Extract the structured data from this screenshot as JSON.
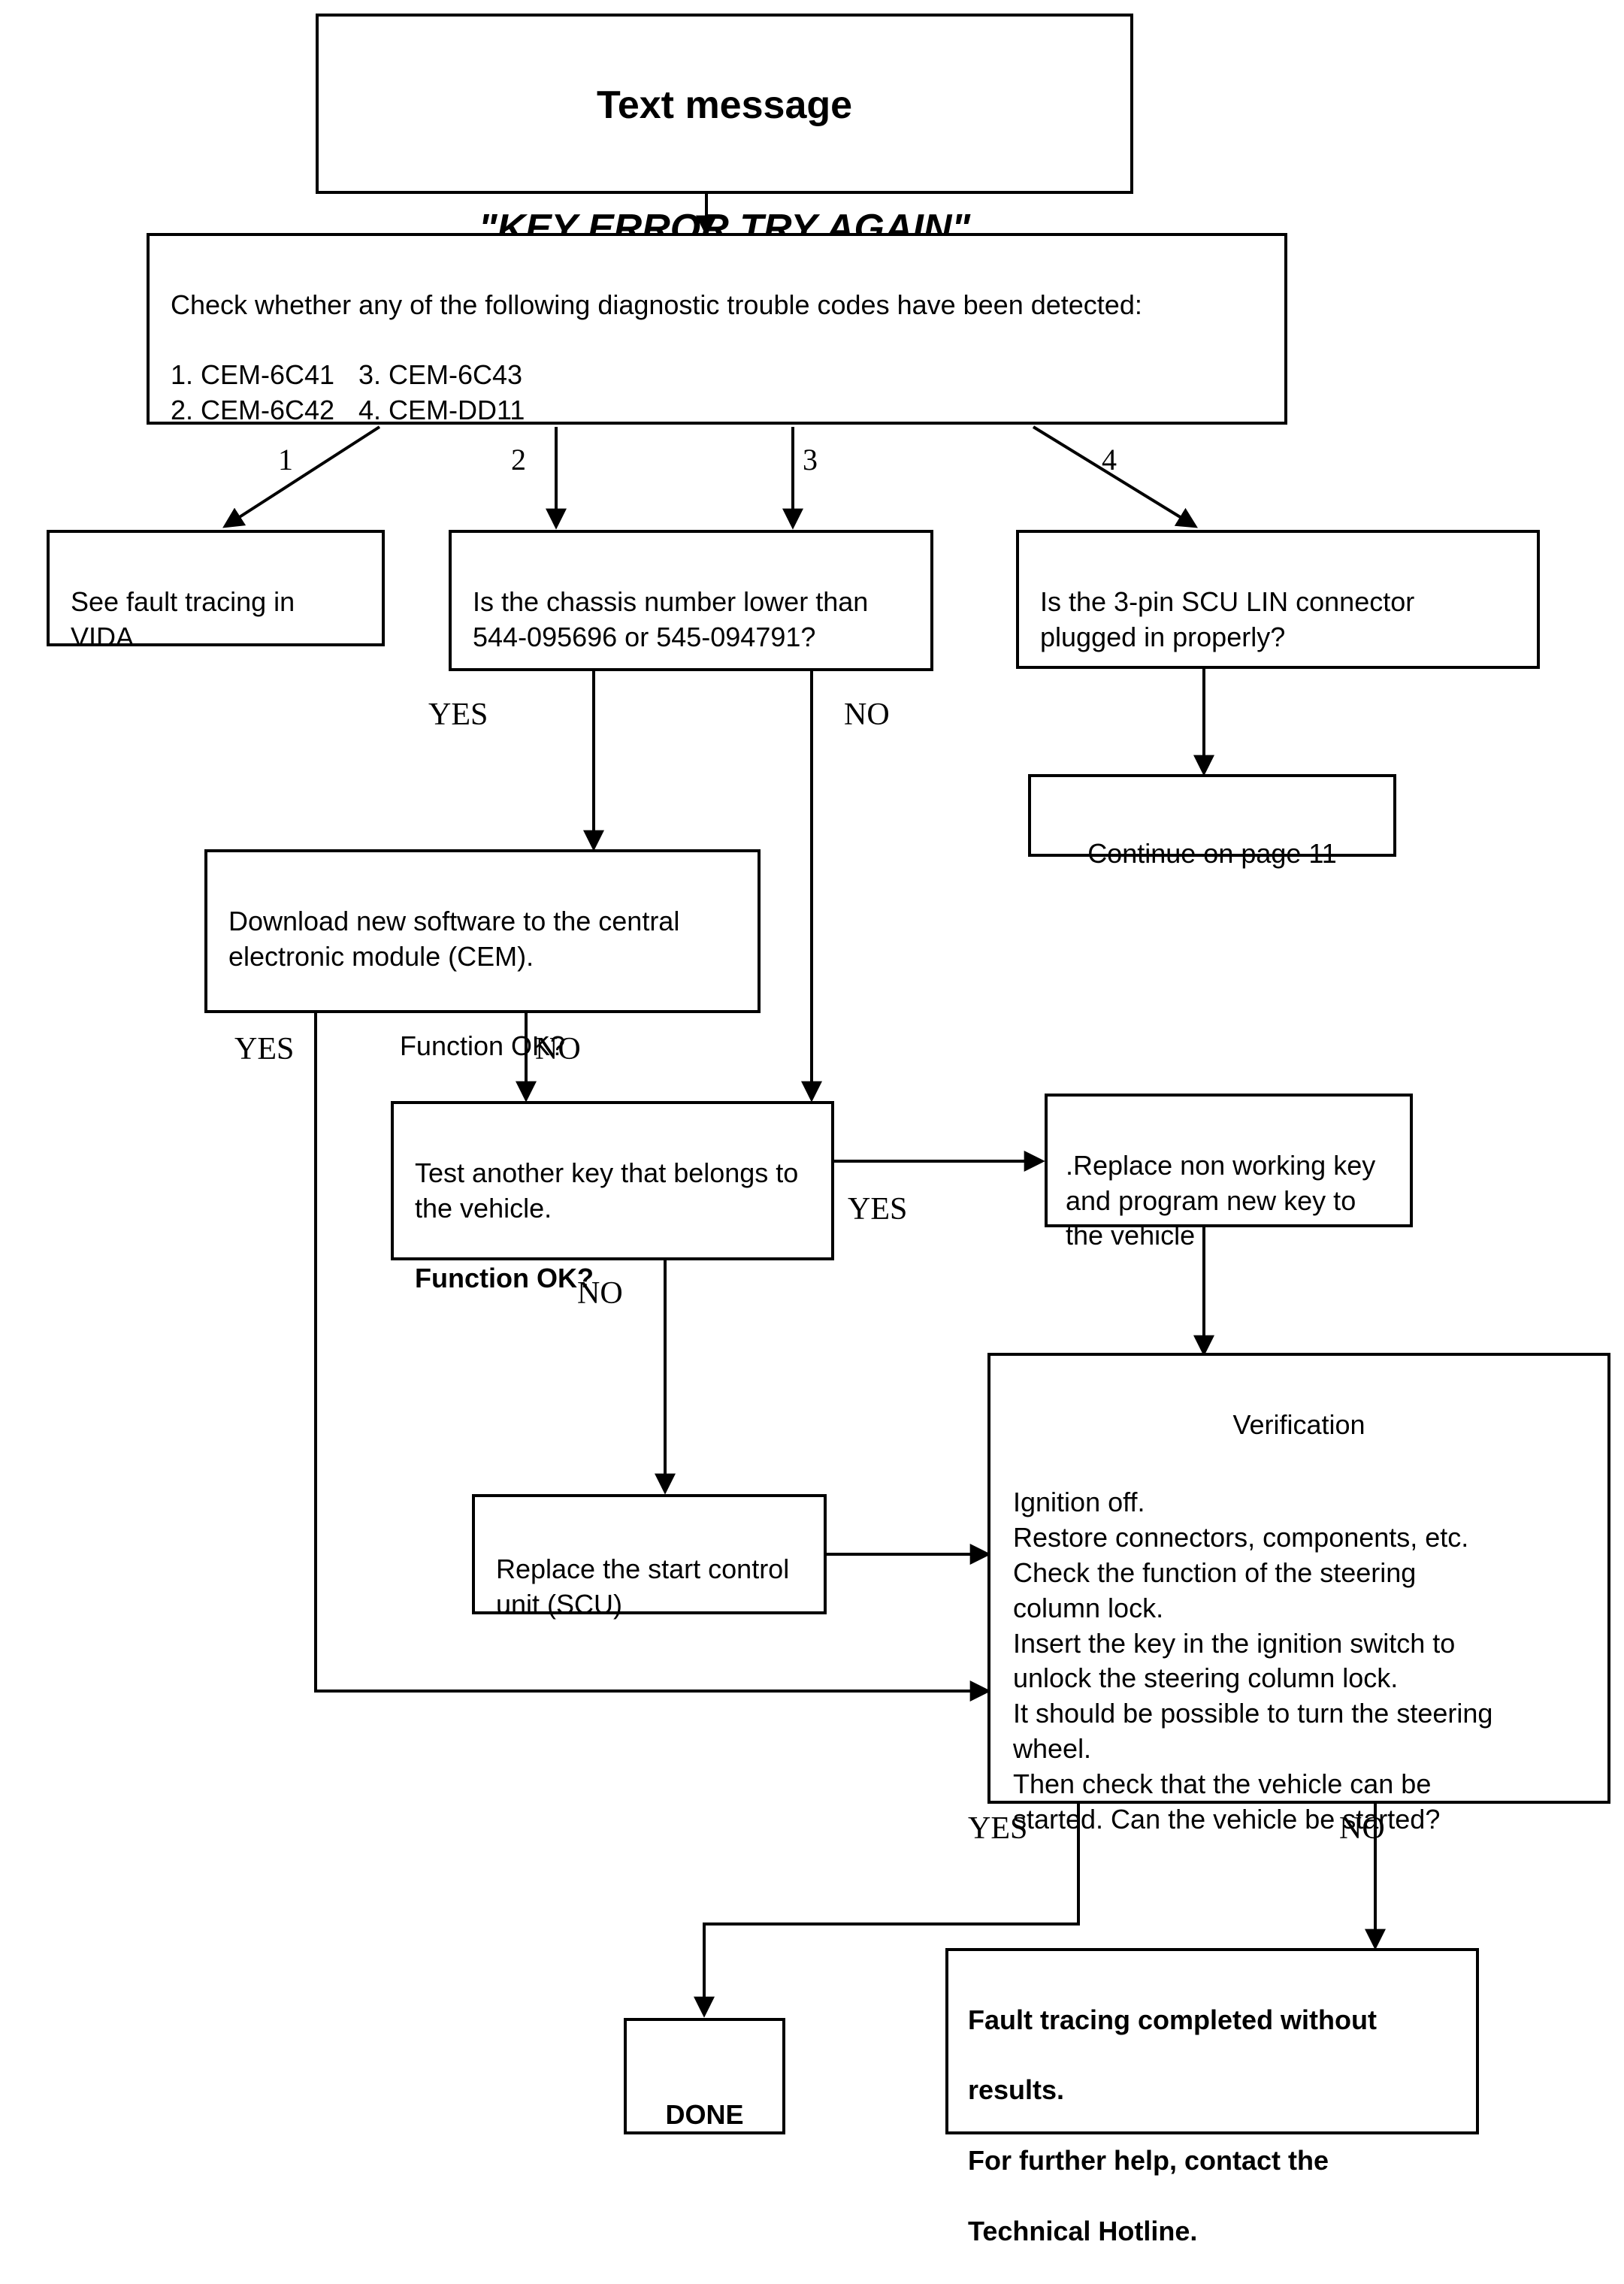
{
  "diagram": {
    "type": "flowchart",
    "title": "Text message \"KEY ERROR TRY AGAIN\" fault tracing flowchart"
  },
  "nodes": {
    "text_message": {
      "title": "Text message",
      "subtitle": "\"KEY ERROR TRY AGAIN\""
    },
    "check_dtc": {
      "intro": "Check whether any of the following diagnostic trouble codes have been detected:",
      "codes_left": [
        "1. CEM-6C41",
        "2. CEM-6C42"
      ],
      "codes_right": [
        "3. CEM-6C43",
        "4. CEM-DD11"
      ]
    },
    "see_vida": {
      "text": "See fault tracing in VIDA"
    },
    "chassis_number": {
      "text": "Is the chassis number lower than 544-095696 or 545-094791?"
    },
    "scu_lin": {
      "text": "Is the 3-pin SCU LIN connector plugged in properly?"
    },
    "continue_page": {
      "text": "Continue on page 11"
    },
    "download_software": {
      "text": "Download new software to the central electronic module (CEM).",
      "question": "Function OK?"
    },
    "test_another_key": {
      "text": "Test another key that belongs to the vehicle.",
      "question": "Function OK?"
    },
    "replace_key": {
      "text": ".Replace non working key and program new key to the vehicle"
    },
    "replace_scu": {
      "text": "Replace the start control unit (SCU)"
    },
    "verification": {
      "heading": "Verification",
      "body": "Ignition off.\nRestore connectors, components, etc.\nCheck the function of the steering\ncolumn lock.\nInsert the key in the ignition switch to\nunlock the steering column lock.\nIt should be possible to turn the steering\nwheel.\nThen check that the vehicle can be\nstarted. Can the vehicle be started?"
    },
    "done": {
      "text": "DONE"
    },
    "fault_no_results": {
      "line1": "Fault tracing completed without",
      "line2": "results.",
      "line3": "For further help, contact the",
      "line4": "Technical Hotline."
    }
  },
  "edge_labels": {
    "branch_1": "1",
    "branch_2": "2",
    "branch_3": "3",
    "branch_4": "4",
    "chassis_yes": "YES",
    "chassis_no": "NO",
    "download_yes": "YES",
    "download_no": "NO",
    "testkey_yes": "YES",
    "testkey_no": "NO",
    "verify_yes": "YES",
    "verify_no": "NO"
  },
  "colors": {
    "stroke": "#000000",
    "fill": "#ffffff",
    "text": "#000000"
  }
}
